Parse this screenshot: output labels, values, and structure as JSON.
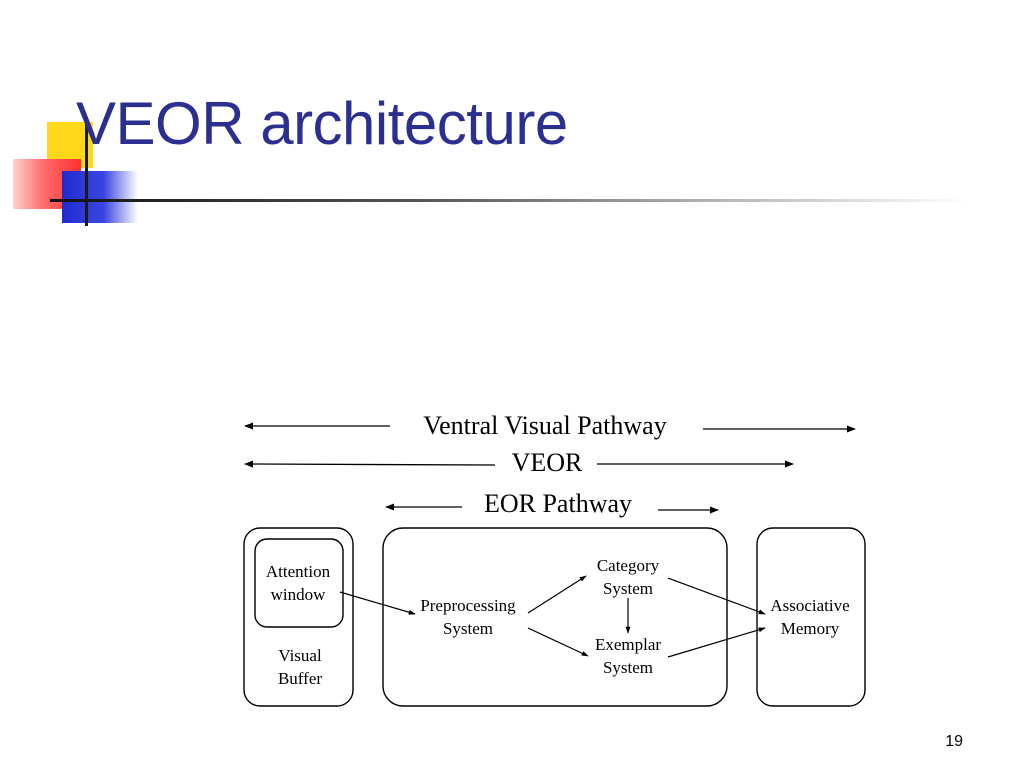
{
  "slide": {
    "title": "VEOR architecture",
    "page_number": "19"
  },
  "diagram": {
    "pathways": {
      "ventral": "Ventral Visual Pathway",
      "veor": "VEOR",
      "eor": "EOR Pathway"
    },
    "boxes": {
      "attention_line1": "Attention",
      "attention_line2": "window",
      "buffer_line1": "Visual",
      "buffer_line2": "Buffer",
      "preprocessing_line1": "Preprocessing",
      "preprocessing_line2": "System",
      "category_line1": "Category",
      "category_line2": "System",
      "exemplar_line1": "Exemplar",
      "exemplar_line2": "System",
      "associative_line1": "Associative",
      "associative_line2": "Memory"
    }
  }
}
